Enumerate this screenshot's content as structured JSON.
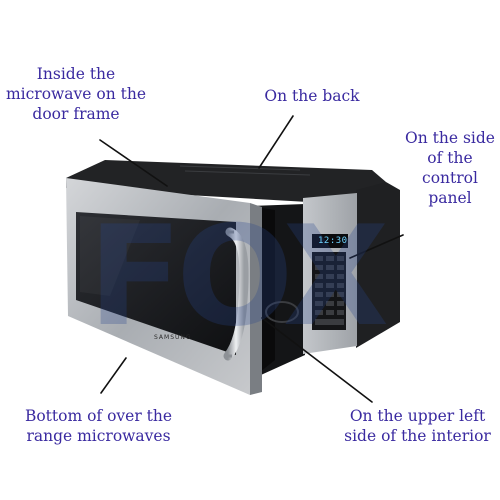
{
  "labels": {
    "door_frame": "Inside the\nmicrowave on the\ndoor frame",
    "back": "On the back",
    "control_panel": "On the side\nof the\ncontrol\npanel",
    "bottom": "Bottom of over the\nrange microwaves",
    "interior": "On the upper left\nside of the interior"
  },
  "microwave": {
    "brand": "SAMSUNG",
    "clock": "12:30"
  },
  "watermark": "FOX",
  "colors": {
    "label_text": "#3a2aa0",
    "pointer_line": "#111111",
    "stainless": "#b9bcc0",
    "cabinet_dark": "#1c1c1e",
    "watermark": "#2a4a8c"
  }
}
